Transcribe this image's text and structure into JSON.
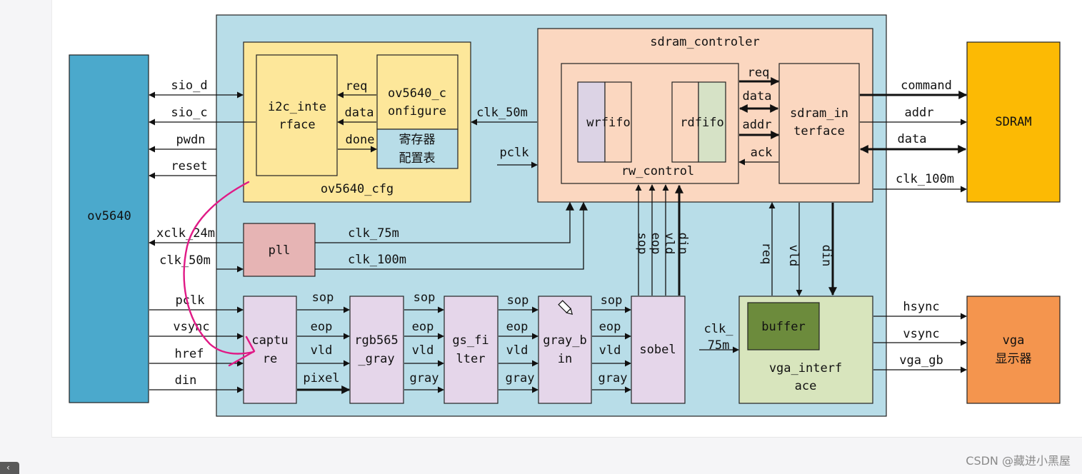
{
  "colors": {
    "top_bg": "#b8dde8",
    "ov5640": "#4ba9cc",
    "cfg": "#fde79a",
    "sdram_ctrl": "#fbd7c0",
    "sdram": "#fcba04",
    "vga_display": "#f4954e",
    "pll": "#e6b4b4",
    "pipeline": "#e5d6ea",
    "vga_iface": "#d8e5bd",
    "buffer": "#6c8b3c",
    "wrfifo_left": "#dcd3e5",
    "rdfifo_right": "#d6e2c6",
    "annotation": "#e01a86"
  },
  "blocks": {
    "ov5640": "ov5640",
    "cfg_name": "ov5640_cfg",
    "i2c_line1": "i2c_inte",
    "i2c_line2": "rface",
    "conf_line1": "ov5640_c",
    "conf_line2": "onfigure",
    "reg_line1": "寄存器",
    "reg_line2": "配置表",
    "sdram_ctrl_name": "sdram_controler",
    "wrfifo": "wrfifo",
    "rdfifo": "rdfifo",
    "rw_control": "rw_control",
    "sdram_if_line1": "sdram_in",
    "sdram_if_line2": "terface",
    "sdram": "SDRAM",
    "pll": "pll",
    "capture_line1": "captu",
    "capture_line2": "re",
    "rgb_line1": "rgb565",
    "rgb_line2": "_gray",
    "gs_line1": "gs_fi",
    "gs_line2": "lter",
    "gb_line1": "gray_b",
    "gb_line2": "in",
    "sobel": "sobel",
    "buffer": "buffer",
    "vga_if_line1": "vga_interf",
    "vga_if_line2": "ace",
    "vga_line1": "vga",
    "vga_line2": "显示器"
  },
  "signals": {
    "sio_d": "sio_d",
    "sio_c": "sio_c",
    "pwdn": "pwdn",
    "reset": "reset",
    "req": "req",
    "data": "data",
    "done": "done",
    "clk_50m": "clk_50m",
    "pclk": "pclk",
    "ack": "ack",
    "addr": "addr",
    "command": "command",
    "clk_100m": "clk_100m",
    "xclk_24m": "xclk_24m",
    "clk_75m": "clk_75m",
    "clk_75m_line1": "clk_",
    "clk_75m_line2": "75m",
    "vsync": "vsync",
    "href": "href",
    "din": "din",
    "sop": "sop",
    "eop": "eop",
    "vld": "vld",
    "pixel": "pixel",
    "gray": "gray",
    "hsync": "hsync",
    "vga_gb": "vga_gb"
  },
  "watermark": "CSDN @藏进小黑屋"
}
